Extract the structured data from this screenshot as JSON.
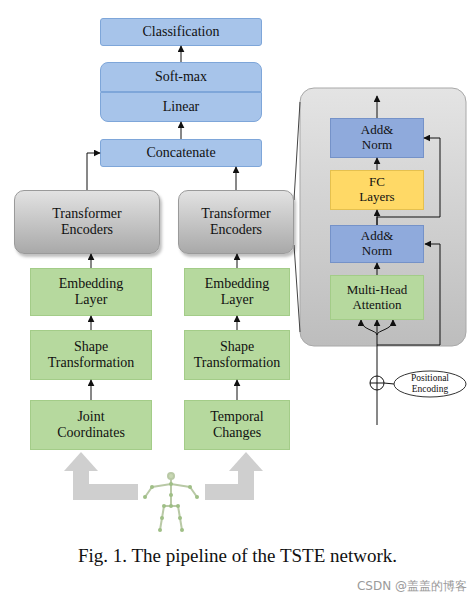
{
  "diagram": {
    "caption": "Fig. 1. The pipeline of the TSTE network.",
    "nodes": [
      {
        "text": [
          "Classification"
        ]
      },
      {
        "text": [
          "Soft-max"
        ]
      },
      {
        "text": [
          "Linear"
        ]
      },
      {
        "text": [
          "Concatenate"
        ]
      },
      {
        "text": [
          "Transformer Encoders"
        ]
      },
      {
        "text": [
          "Transformer Encoders"
        ]
      },
      {
        "text": [
          "Add& Norm"
        ]
      },
      {
        "text": [
          "FC Layers"
        ]
      },
      {
        "text": [
          "Add& Norm"
        ]
      },
      {
        "text": [
          "Multi-Head Attention"
        ]
      },
      {
        "text": [
          "Embedding Layer"
        ]
      },
      {
        "text": [
          "Embedding Layer"
        ]
      },
      {
        "text": [
          "Shape Transformation"
        ]
      },
      {
        "text": [
          "Shape Transformation"
        ]
      },
      {
        "text": [
          "Joint Coordinates"
        ]
      },
      {
        "text": [
          "Temporal Changes"
        ]
      },
      {
        "text": [
          "Positional Encoding"
        ]
      }
    ],
    "edges": [
      {
        "from": 14,
        "to": 12,
        "arrow": "to"
      },
      {
        "from": 12,
        "to": 10,
        "arrow": "to"
      },
      {
        "from": 10,
        "to": 4,
        "arrow": "to"
      },
      {
        "from": 4,
        "to": 3,
        "arrow": "to"
      },
      {
        "from": 15,
        "to": 13,
        "arrow": "to"
      },
      {
        "from": 13,
        "to": 11,
        "arrow": "to"
      },
      {
        "from": 11,
        "to": 5,
        "arrow": "to"
      },
      {
        "from": 5,
        "to": 3,
        "arrow": "to"
      },
      {
        "from": 3,
        "to": 2,
        "arrow": "to"
      },
      {
        "from": 1,
        "to": 0,
        "arrow": "to"
      },
      {
        "from": 9,
        "to": 8,
        "arrow": "to"
      },
      {
        "from": 8,
        "to": 7,
        "arrow": "to"
      },
      {
        "from": 7,
        "to": 6,
        "arrow": "to"
      },
      {
        "from": 8,
        "to": 6,
        "arrow": "to"
      }
    ],
    "labels": [
      "CSDN @盖盖的博客"
    ]
  }
}
